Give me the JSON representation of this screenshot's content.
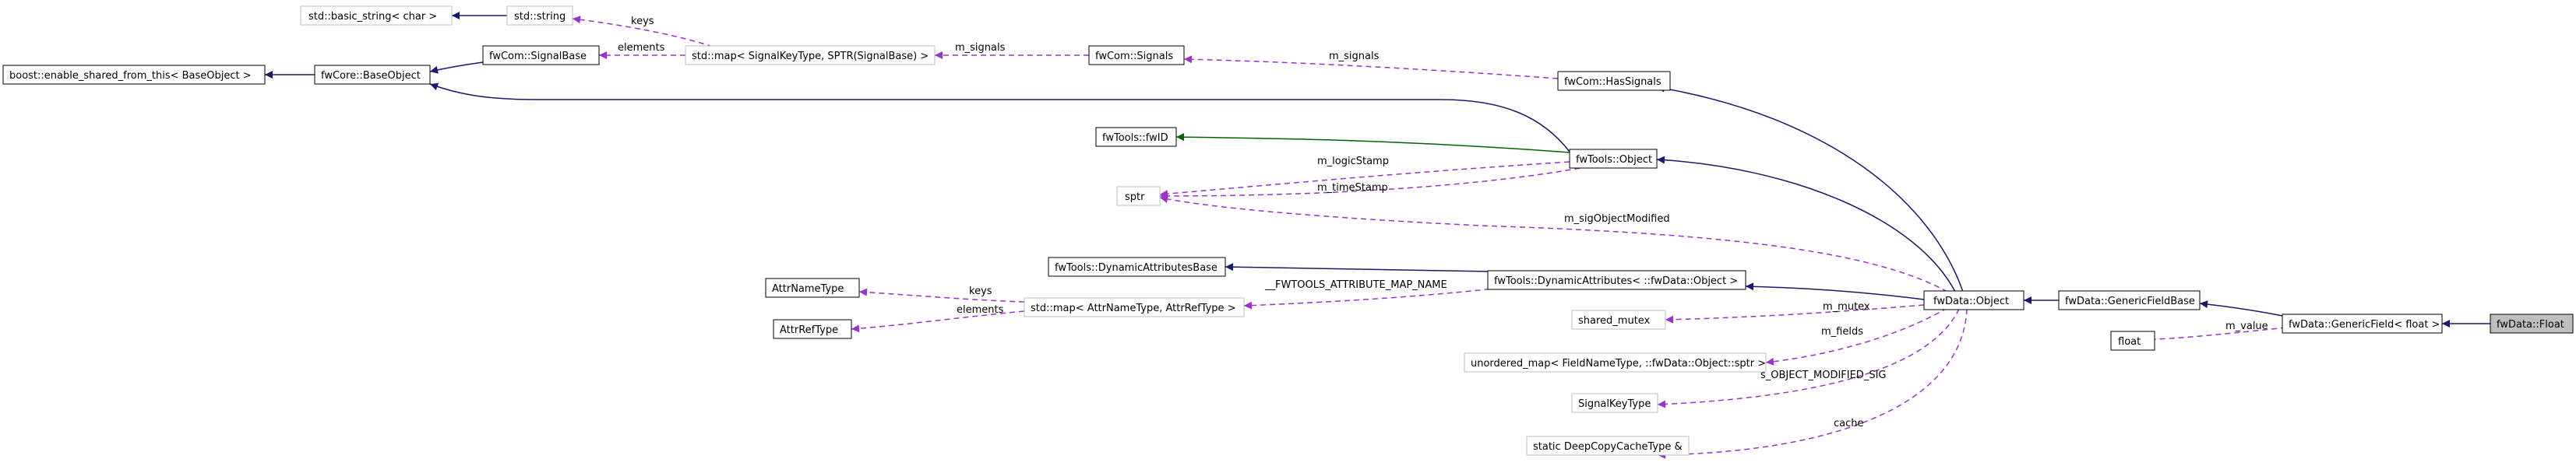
{
  "colors": {
    "inherit": "#191970",
    "inherit_green": "#006400",
    "usage": "#9a32cd",
    "node_border": "#000000",
    "node_border_light": "#bfbfbf",
    "highlight_fill": "#bfbfbf"
  },
  "nodes": {
    "basic_string": "std::basic_string< char >",
    "string": "std::string",
    "enable_shared": "boost::enable_shared_from_this< BaseObject >",
    "baseobject": "fwCore::BaseObject",
    "signalbase": "fwCom::SignalBase",
    "map_signals": "std::map< SignalKeyType, SPTR(SignalBase) >",
    "signals": "fwCom::Signals",
    "hassignals": "fwCom::HasSignals",
    "fwid": "fwTools::fwID",
    "tools_object": "fwTools::Object",
    "sptr": "sptr",
    "dynattr_base": "fwTools::DynamicAttributesBase",
    "dynattr": "fwTools::DynamicAttributes< ::fwData::Object >",
    "attrnametype": "AttrNameType",
    "attrreftype": "AttrRefType",
    "map_attr": "std::map< AttrNameType, AttrRefType >",
    "shared_mutex": "shared_mutex",
    "unordered_map": "unordered_map< FieldNameType, ::fwData::Object::sptr >",
    "signalkeytype": "SignalKeyType",
    "deepcopy": "static DeepCopyCacheType &",
    "data_object": "fwData::Object",
    "genericfieldbase": "fwData::GenericFieldBase",
    "float_type": "float",
    "genericfield": "fwData::GenericField< float >",
    "data_float": "fwData::Float"
  },
  "edge_labels": {
    "keys_string": "keys",
    "elements_signalbase": "elements",
    "m_signals_map": "m_signals",
    "m_signals_hassignals": "m_signals",
    "m_logicstamp": "m_logicStamp",
    "m_timestamp": "m_timeStamp",
    "m_sigobjectmodified": "m_sigObjectModified",
    "fwtools_attribute_map_name": "__FWTOOLS_ATTRIBUTE_MAP_NAME",
    "keys_attrname": "keys",
    "elements_attrref": "elements",
    "m_mutex": "m_mutex",
    "m_fields": "m_fields",
    "s_object_modified_sig": "s_OBJECT_MODIFIED_SIG",
    "cache": "cache",
    "m_value": "m_value"
  }
}
